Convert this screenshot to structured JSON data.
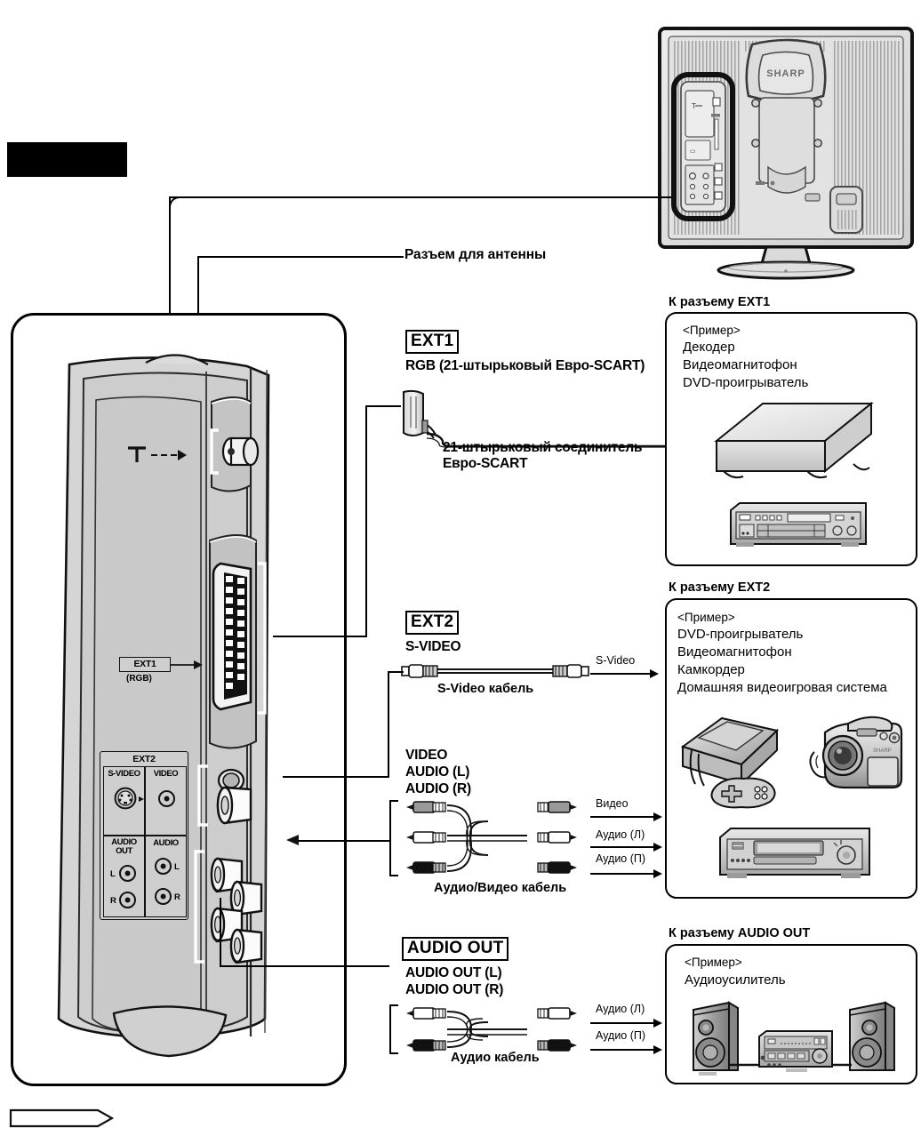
{
  "document": {
    "type": "tv-connection-diagram",
    "language": "ru",
    "brand": "SHARP"
  },
  "redaction": {
    "present": true
  },
  "antenna": {
    "label": "Разъем для антенны"
  },
  "tv_unit": {
    "brand_mark": "SHARP",
    "view": "rear-panel"
  },
  "panel": {
    "antenna_symbol": "T",
    "ext1_tag": "EXT1",
    "ext1_sub": "(RGB)",
    "ext2_title": "EXT2",
    "cells": {
      "s_video": "S-VIDEO",
      "video": "VIDEO",
      "audio_out": "AUDIO\nOUT",
      "audio_out_line1": "AUDIO",
      "audio_out_line2": "OUT",
      "audio": "AUDIO",
      "left": "L",
      "right": "R"
    }
  },
  "sections": [
    {
      "id": "ext1",
      "tag": "EXT1",
      "title": "RGB (21-штырьковый Евро-SCART)",
      "cable_label_line1": "21-штырьковый соединитель",
      "cable_label_line2": "Евро-SCART",
      "box_header": "К разъему EXT1",
      "example_title": "<Пример>",
      "examples": [
        "Декодер",
        "Видеомагнитофон",
        "DVD-проигрыватель"
      ],
      "devices": [
        "set-top-box",
        "vcr-deck"
      ]
    },
    {
      "id": "ext2-svideo",
      "tag": "EXT2",
      "title": "S-VIDEO",
      "cable_label": "S-Video кабель",
      "flow_labels": [
        "S-Video"
      ],
      "box_header": "К разъему EXT2",
      "example_title": "<Пример>",
      "examples": [
        "DVD-проигрыватель",
        "Видеомагнитофон",
        "Камкордер",
        "Домашняя видеоигровая система"
      ],
      "devices": [
        "game-console",
        "camcorder",
        "vcr-deck"
      ]
    },
    {
      "id": "ext2-av",
      "titles": [
        "VIDEO",
        "AUDIO (L)",
        "AUDIO (R)"
      ],
      "cable_label": "Аудио/Видео кабель",
      "flow_labels": [
        "Видео",
        "Аудио (Л)",
        "Аудио (П)"
      ]
    },
    {
      "id": "audio-out",
      "tag": "AUDIO OUT",
      "titles": [
        "AUDIO OUT (L)",
        "AUDIO OUT (R)"
      ],
      "cable_label": "Аудио кабель",
      "flow_labels": [
        "Аудио (Л)",
        "Аудио (П)"
      ],
      "box_header": "К разъему AUDIO OUT",
      "example_title": "<Пример>",
      "examples": [
        "Аудиоусилитель"
      ],
      "devices": [
        "speaker-left",
        "amplifier",
        "speaker-right"
      ]
    }
  ],
  "colors": {
    "line": "#000000",
    "panel_gray": "#d0d0d0",
    "device_gray": "#b8b8b8",
    "white": "#ffffff"
  }
}
